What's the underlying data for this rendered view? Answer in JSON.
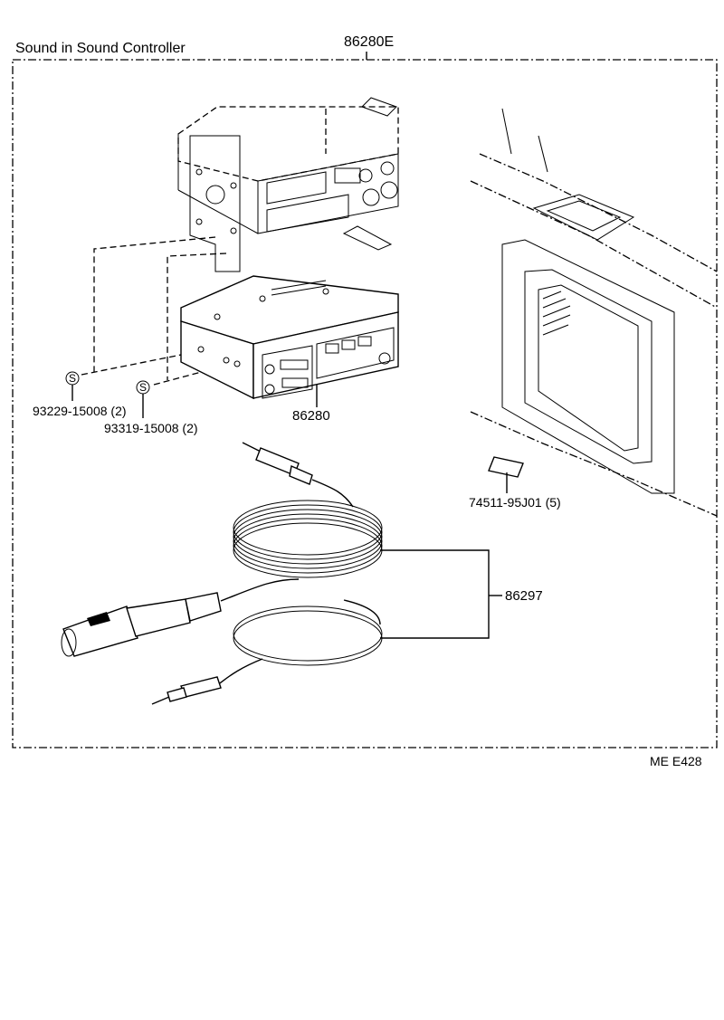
{
  "diagram": {
    "title": "Sound in Sound Controller",
    "assembly_number": "86280E",
    "footer_code": "ME  E428",
    "parts": [
      {
        "number": "93229-15008 (2)"
      },
      {
        "number": "93319-15008 (2)"
      },
      {
        "number": "86280"
      },
      {
        "number": "74511-95J01 (5)"
      },
      {
        "number": "86297"
      }
    ],
    "screw_symbol": "S"
  }
}
